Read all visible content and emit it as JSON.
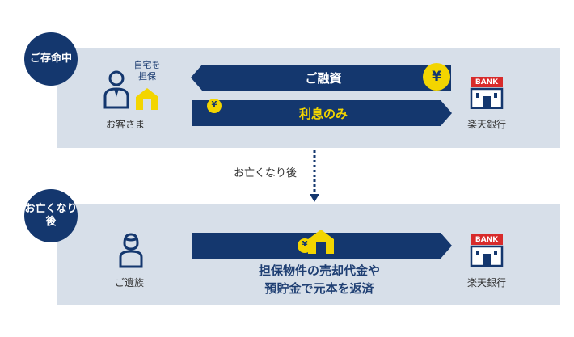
{
  "top": {
    "badge": "ご存命中",
    "customer_label": "お客さま",
    "collateral_label_line1": "自宅を",
    "collateral_label_line2": "担保",
    "loan_arrow_text": "ご融資",
    "interest_arrow_text": "利息のみ",
    "bank_label": "楽天銀行",
    "bank_sign": "BANK",
    "yen_symbol": "¥"
  },
  "transition": {
    "text": "お亡くなり後"
  },
  "bottom": {
    "badge_line1": "お亡くなり",
    "badge_line2": "後",
    "family_label": "ご遺族",
    "repay_line1": "担保物件の売却代金や",
    "repay_line2": "預貯金で元本を返済",
    "bank_label": "楽天銀行",
    "bank_sign": "BANK",
    "yen_symbol": "¥"
  },
  "colors": {
    "navy": "#14376e",
    "panel": "#d7dfe9",
    "yellow": "#f3d500",
    "bank_red": "#d82b2b"
  }
}
